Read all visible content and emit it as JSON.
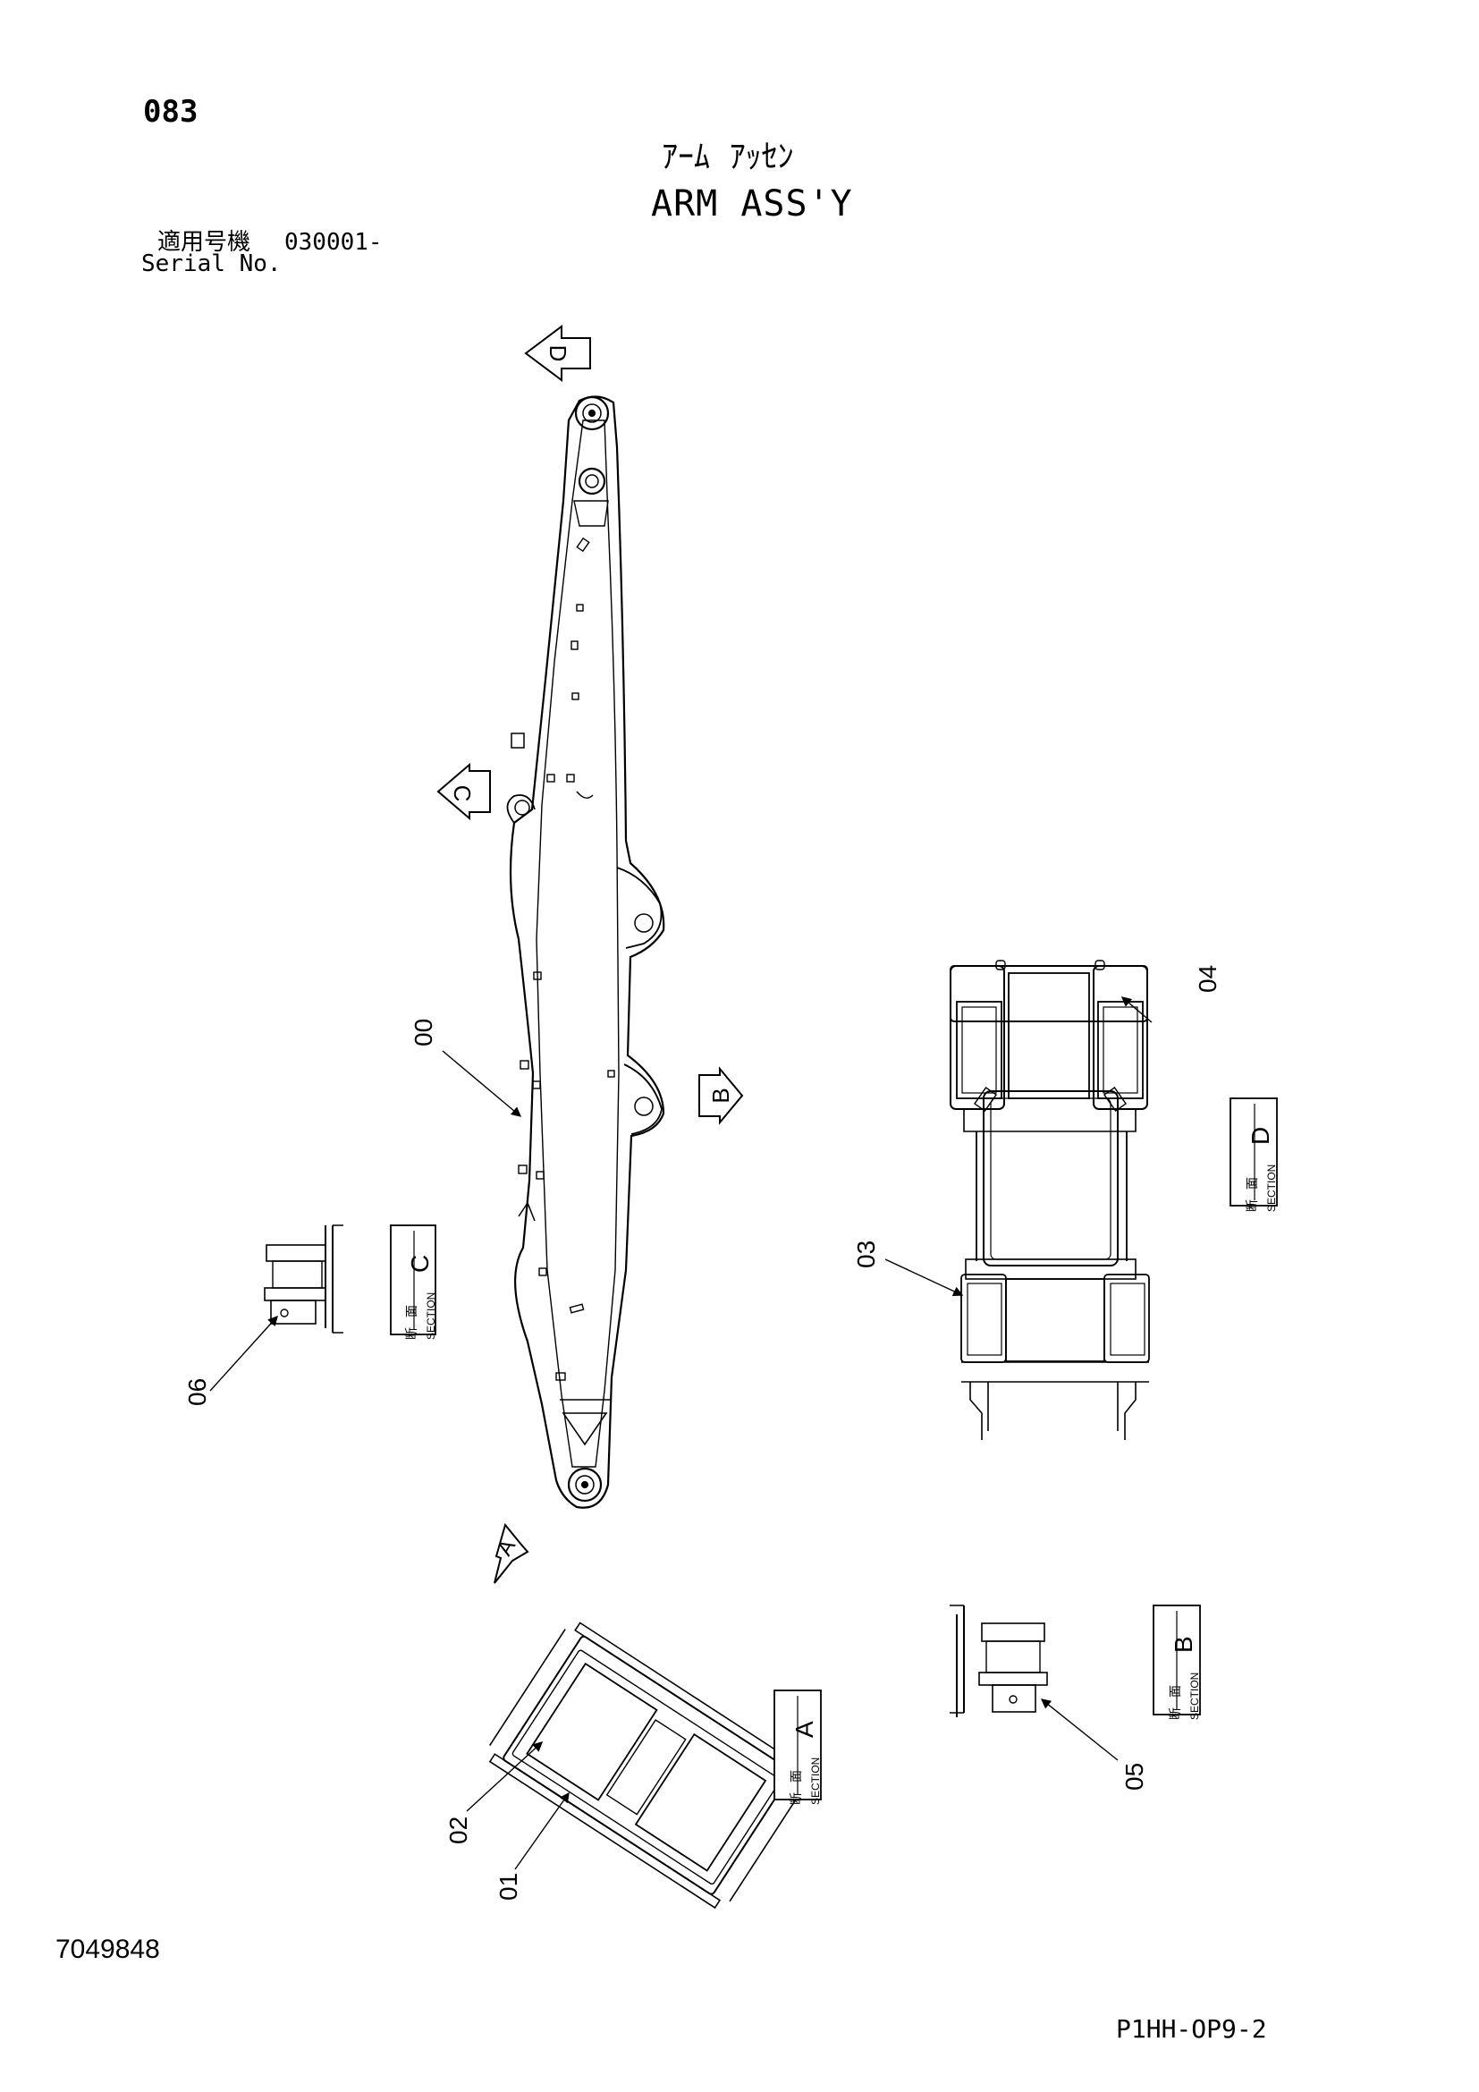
{
  "header": {
    "page_number": "083",
    "title_jp": "ｱｰﾑ ｱｯｾﾝ",
    "title_en": "ARM ASS'Y",
    "serial_label_jp": "適用号機",
    "serial_value": "030001-",
    "serial_label_en": "Serial No."
  },
  "footer": {
    "drawing_number": "7049848",
    "sheet_code": "P1HH-OP9-2"
  },
  "view_markers": {
    "a": "A",
    "b": "B",
    "c": "C",
    "d": "D"
  },
  "section_labels": {
    "kanji_1": "断",
    "kanji_2": "面",
    "word": "SECTION",
    "a": "A",
    "b": "B",
    "c": "C",
    "d": "D"
  },
  "callouts": [
    "00",
    "01",
    "02",
    "03",
    "04",
    "05",
    "06"
  ],
  "colors": {
    "line": "#000000",
    "background": "#ffffff"
  }
}
